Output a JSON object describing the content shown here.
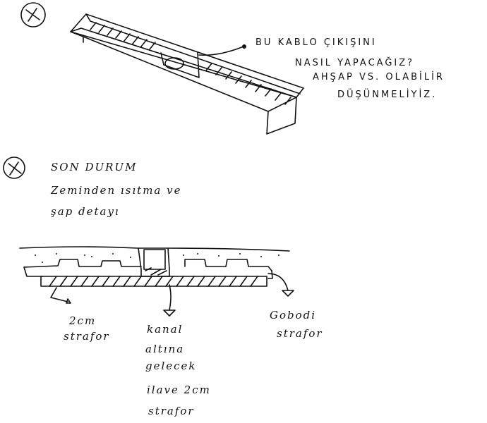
{
  "sketch1": {
    "marker": "✗",
    "note_lines": [
      "BU KABLO ÇIKIŞINI",
      "NASIL YAPACAĞIZ?",
      "AHŞAP VS. OLABİLİR",
      "DÜŞÜNMELİYİZ."
    ]
  },
  "sketch2": {
    "marker": "✗",
    "title_lines": [
      "SON DURUM",
      "Zeminden ısıtma ve",
      "şap detayı"
    ],
    "labels": {
      "left": [
        "2cm",
        "strafor"
      ],
      "center": [
        "kanal",
        "altına",
        "gelecek",
        "ilave 2cm",
        "strafor"
      ],
      "right": [
        "Gobodi",
        "strafor"
      ]
    }
  }
}
